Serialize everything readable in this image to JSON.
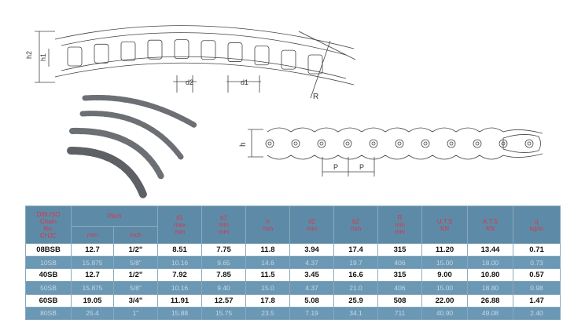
{
  "drawing_labels": {
    "height_outer": "h2",
    "height_inner": "h1",
    "dia_inner": "d2",
    "dia_outer": "d1",
    "radius": "R",
    "side_height": "h",
    "pitch_a": "P",
    "pitch_b": "P"
  },
  "table": {
    "headers": {
      "chain_no": [
        "DIN ISO",
        "Chain",
        "No.",
        "CHJC"
      ],
      "pitch": "Pitch",
      "pitch_mm": "mm",
      "pitch_inch": "inch",
      "d1": [
        "d1",
        "max",
        "mm"
      ],
      "b1": [
        "b1",
        "min",
        "mm"
      ],
      "h": [
        "h",
        "mm"
      ],
      "d2": [
        "d2",
        "mm"
      ],
      "b2": [
        "b2",
        "mm"
      ],
      "r": [
        "R",
        "min",
        "mm"
      ],
      "uts": [
        "U.T.S",
        "KN"
      ],
      "ats": [
        "A.T.S",
        "KN"
      ],
      "q": [
        "q",
        "kg/m"
      ]
    },
    "rows": [
      [
        "08BSB",
        "12.7",
        "1/2\"",
        "8.51",
        "7.75",
        "11.8",
        "3.94",
        "17.4",
        "315",
        "11.20",
        "13.44",
        "0.71"
      ],
      [
        "10SB",
        "15.875",
        "5/8\"",
        "10.16",
        "9.65",
        "14.6",
        "4.37",
        "19.7",
        "406",
        "15.00",
        "18.00",
        "0.73"
      ],
      [
        "40SB",
        "12.7",
        "1/2\"",
        "7.92",
        "7.85",
        "11.5",
        "3.45",
        "16.6",
        "315",
        "9.00",
        "10.80",
        "0.57"
      ],
      [
        "50SB",
        "15.875",
        "5/8\"",
        "10.16",
        "9.40",
        "15.0",
        "4.37",
        "21.0",
        "406",
        "15.00",
        "18.80",
        "0.98"
      ],
      [
        "60SB",
        "19.05",
        "3/4\"",
        "11.91",
        "12.57",
        "17.8",
        "5.08",
        "25.9",
        "508",
        "22.00",
        "26.88",
        "1.47"
      ],
      [
        "80SB",
        "25.4",
        "1\"",
        "15.88",
        "15.75",
        "23.5",
        "7.19",
        "34.1",
        "711",
        "40.90",
        "49.08",
        "2.40"
      ]
    ]
  }
}
